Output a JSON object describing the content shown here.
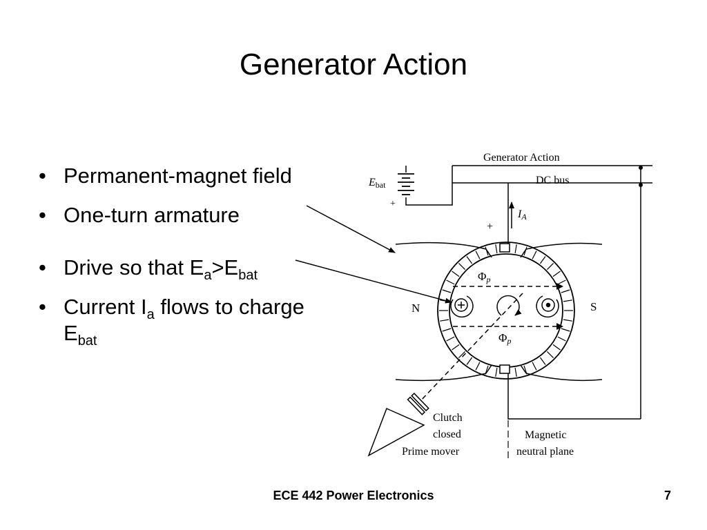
{
  "slide": {
    "title": "Generator Action",
    "bullets": [
      {
        "text": "Permanent-magnet field"
      },
      {
        "text": "One-turn armature"
      },
      {
        "parts": [
          "Drive so that E",
          "a",
          ">E",
          "bat"
        ]
      },
      {
        "parts": [
          "Current I",
          "a",
          " flows to charge E",
          "bat"
        ]
      }
    ]
  },
  "diagram": {
    "labels": {
      "header": "Generator Action",
      "bus": "DC bus",
      "battery_main": "E",
      "battery_sub": "bat",
      "battery_plus": "+",
      "current_main": "I",
      "current_sub": "A",
      "brush_plus": "+",
      "pole_north": "N",
      "pole_south": "S",
      "flux_main": "Φ",
      "flux_sub": "p",
      "clutch_line1": "Clutch",
      "clutch_line2": "closed",
      "prime_mover": "Prime mover",
      "neutral_line1": "Magnetic",
      "neutral_line2": "neutral plane"
    }
  },
  "footer": {
    "course": "ECE 442 Power Electronics",
    "page": "7"
  }
}
